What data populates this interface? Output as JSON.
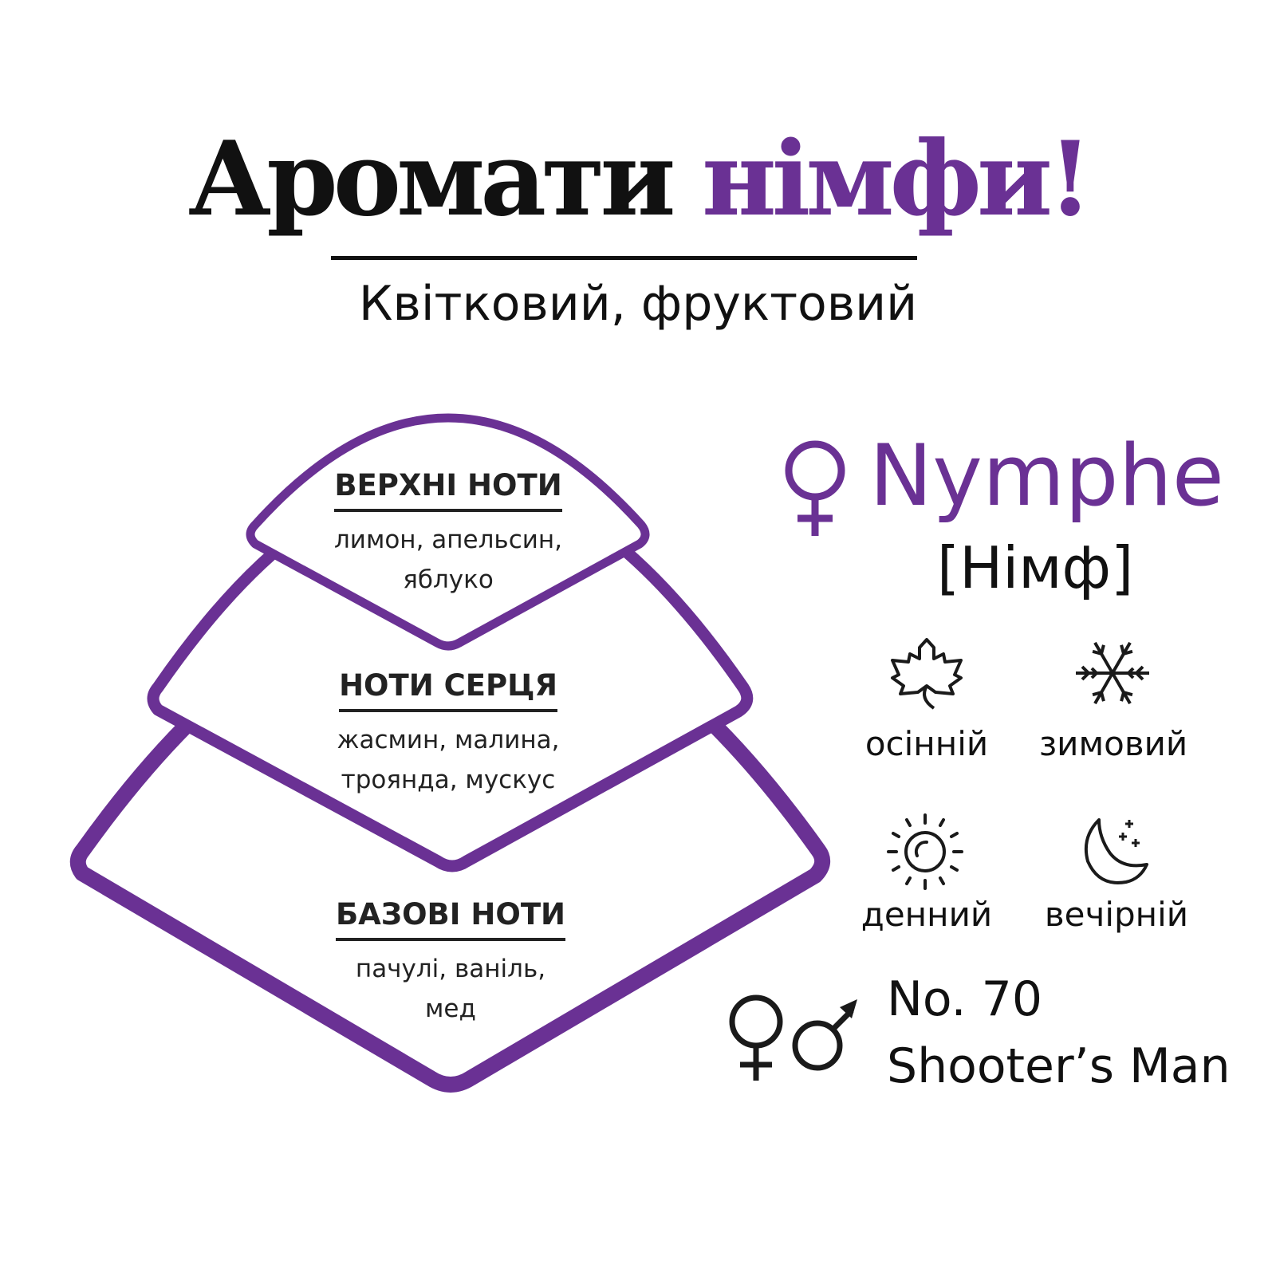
{
  "title": {
    "main": "Аромати",
    "accent": "німфи!"
  },
  "subtitle": "Квітковий, фруктовий",
  "pyramid": {
    "top": {
      "heading": "ВЕРХНІ НОТИ",
      "line1": "лимон, апельсин,",
      "line2": "яблуко"
    },
    "heart": {
      "heading": "НОТИ СЕРЦЯ",
      "line1": "жасмин, малина,",
      "line2": "троянда, мускус"
    },
    "base": {
      "heading": "БАЗОВІ НОТИ",
      "line1": "пачулі, ваніль,",
      "line2": "мед"
    }
  },
  "brand": {
    "name": "Nymphe",
    "translit": "[Німф]",
    "gender_icon": "female-icon"
  },
  "attributes": [
    {
      "icon": "maple-leaf-icon",
      "label": "осінній"
    },
    {
      "icon": "snowflake-icon",
      "label": "зимовий"
    },
    {
      "icon": "sun-icon",
      "label": "денний"
    },
    {
      "icon": "moon-stars-icon",
      "label": "вечірній"
    }
  ],
  "reference": {
    "number": "No. 70",
    "name": "Shooter’s Man",
    "icon": "unisex-icon"
  },
  "colors": {
    "accent": "#6a3194",
    "text": "#111111"
  }
}
